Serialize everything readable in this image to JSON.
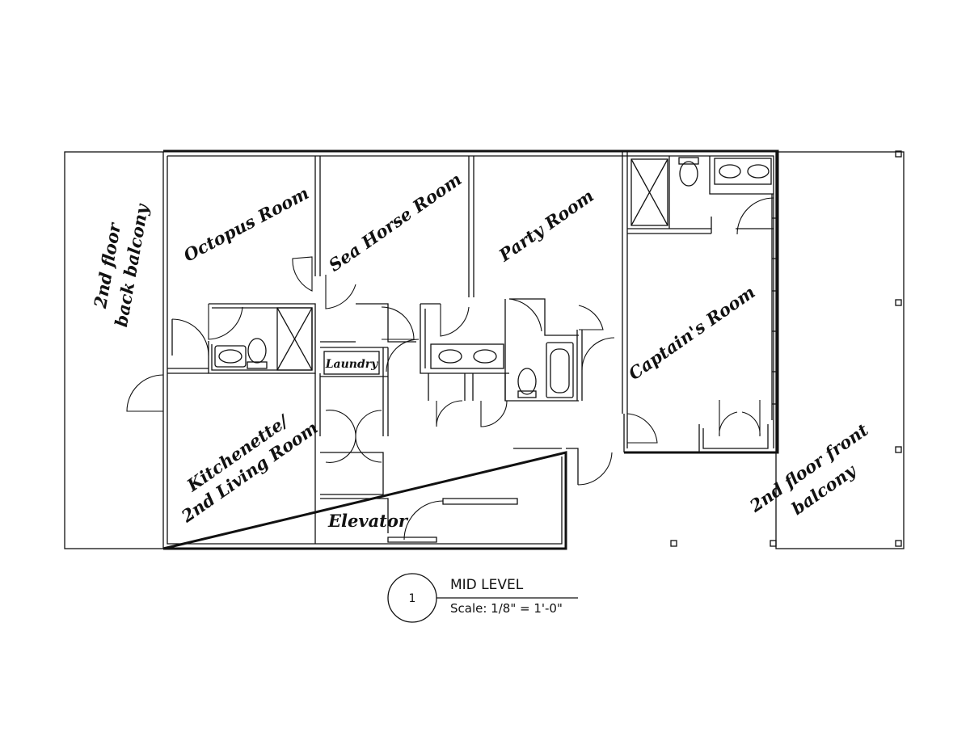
{
  "rooms": {
    "octopus": "Octopus Room",
    "seahorse": "Sea Horse Room",
    "party": "Party Room",
    "captain": "Captain's Room",
    "kitchenette_line1": "Kitchenette/",
    "kitchenette_line2": "2nd Living Room",
    "laundry": "Laundry",
    "elevator": "Elevator",
    "back_balcony_line1": "2nd floor",
    "back_balcony_line2": "back balcony",
    "front_balcony_line1": "2nd floor front",
    "front_balcony_line2": "balcony"
  },
  "title_block": {
    "number": "1",
    "title": "MID LEVEL",
    "scale": "Scale: 1/8\" = 1'-0\""
  }
}
